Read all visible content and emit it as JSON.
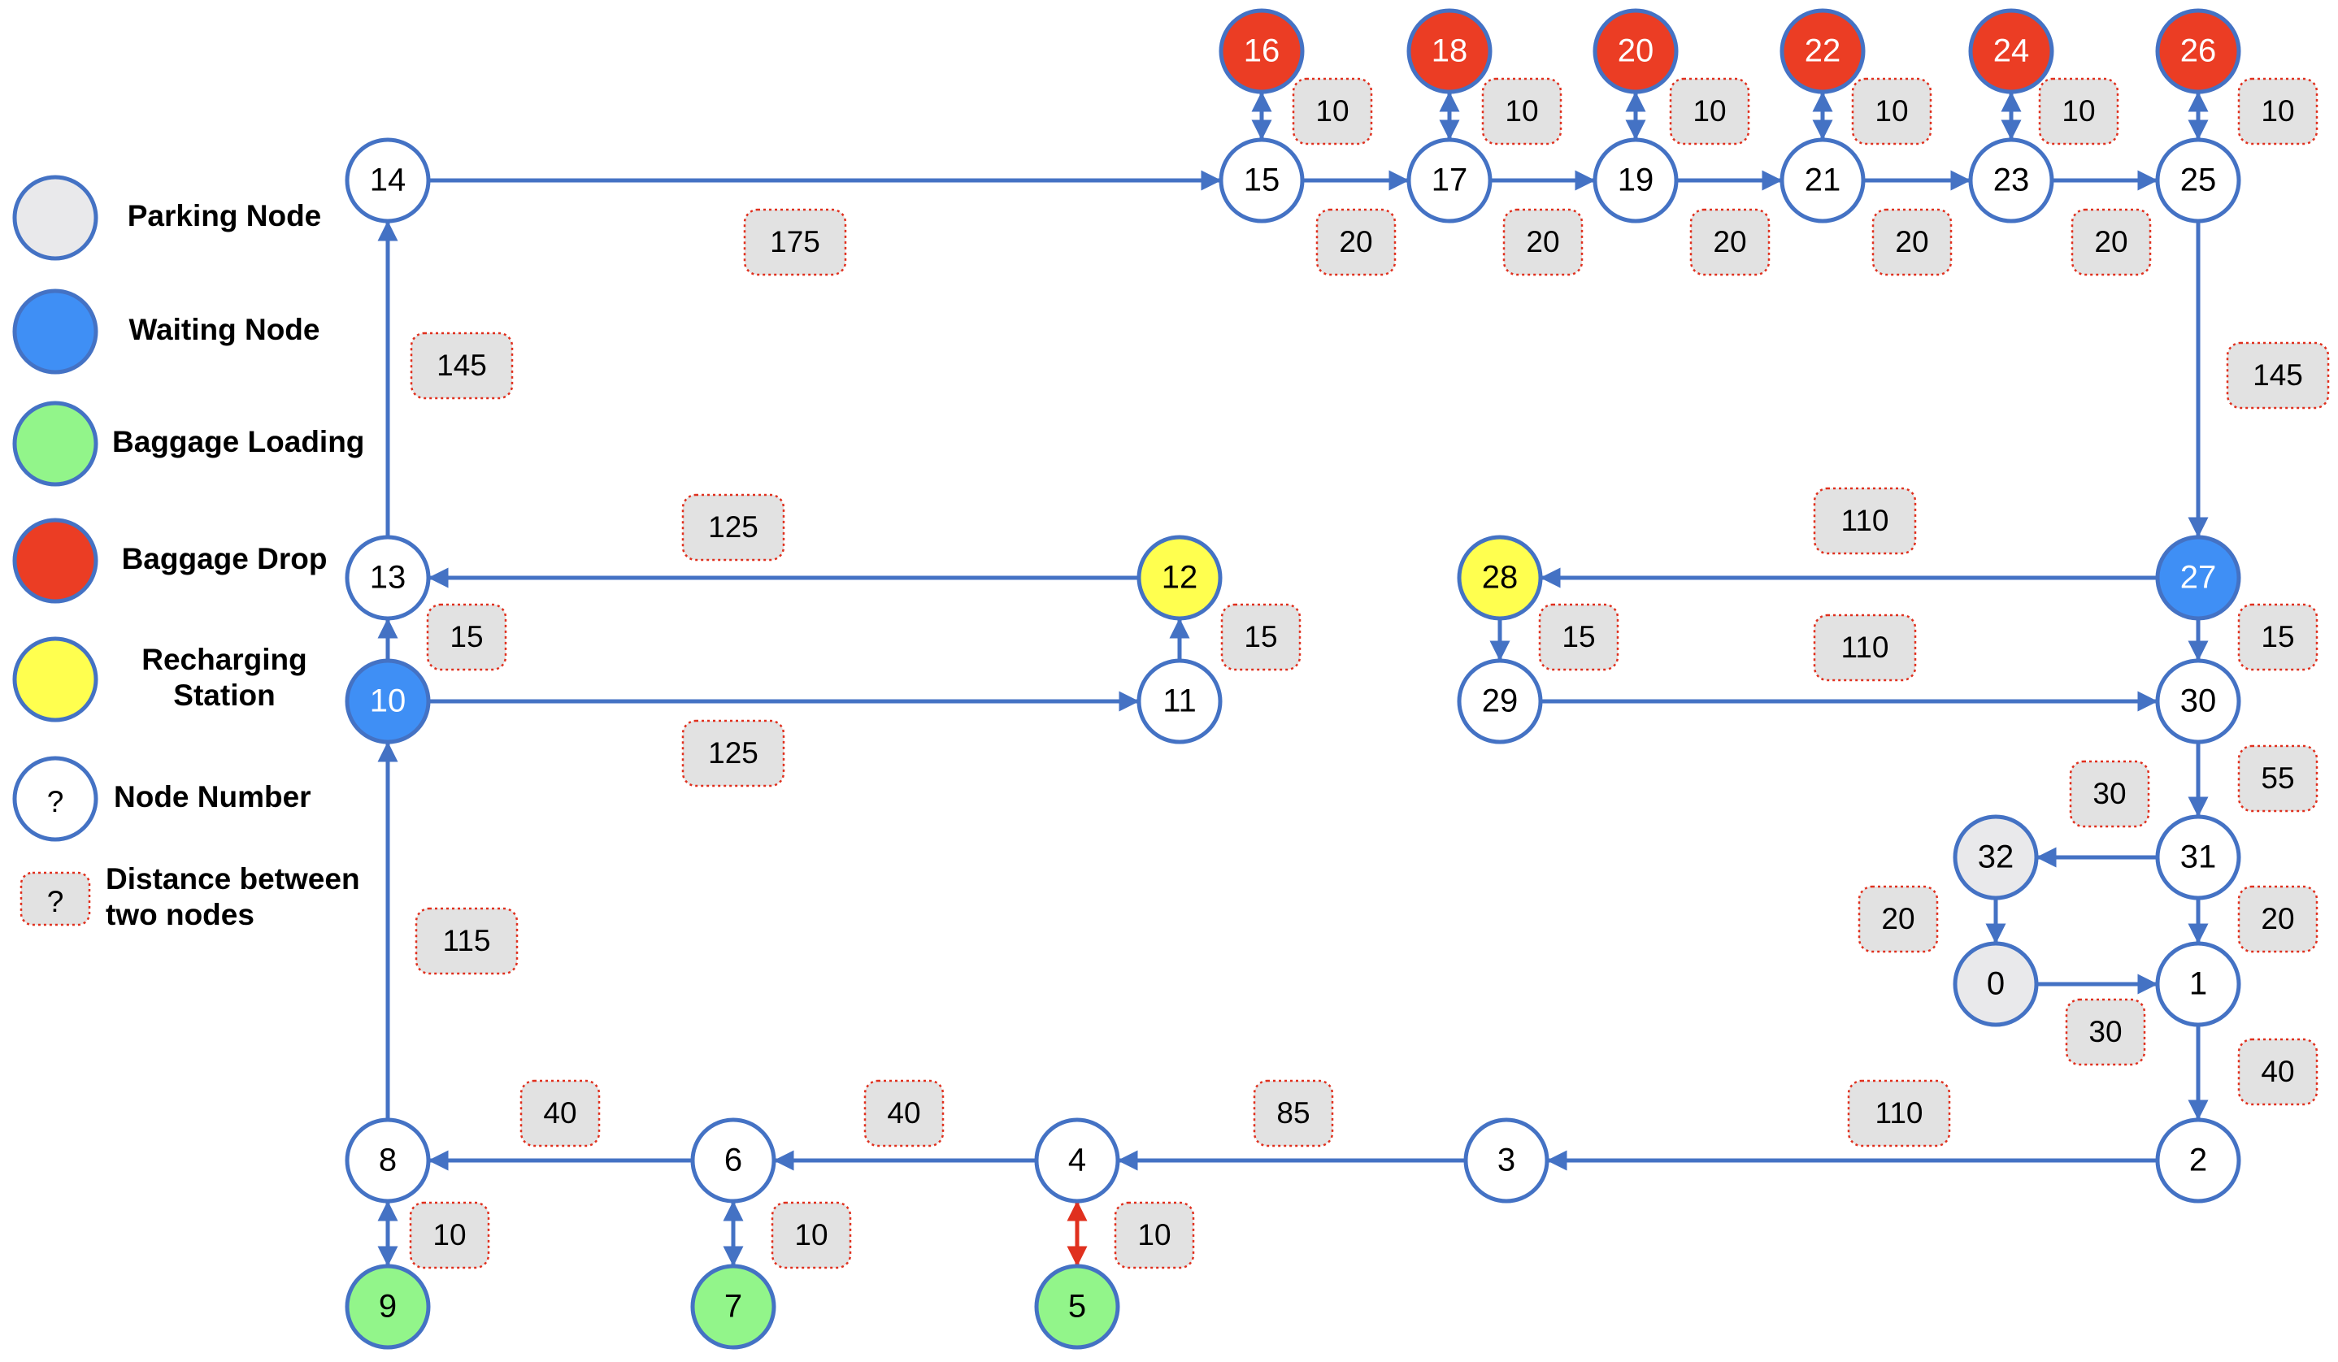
{
  "colors": {
    "edge": "#4472C4",
    "edge_highlight": "#E0301E",
    "node_border": "#4472C4",
    "parking": "#E9E9EB",
    "waiting": "#3F8FF5",
    "loading": "#92F58A",
    "drop": "#EB3D24",
    "recharge": "#FFFF4F",
    "plain": "#FFFFFF",
    "distance_box": "#E2E2E2",
    "distance_border": "#E0301E"
  },
  "legend": [
    {
      "type": "parking",
      "lines": [
        "Parking Node"
      ]
    },
    {
      "type": "waiting",
      "lines": [
        "Waiting Node"
      ]
    },
    {
      "type": "loading",
      "lines": [
        "Baggage Loading"
      ]
    },
    {
      "type": "drop",
      "lines": [
        "Baggage Drop"
      ]
    },
    {
      "type": "recharge",
      "lines": [
        "Recharging",
        "Station"
      ]
    },
    {
      "type": "plain",
      "symbol": "?",
      "lines": [
        "Node Number"
      ]
    },
    {
      "type": "distance",
      "symbol": "?",
      "lines": [
        "Distance between",
        "two nodes"
      ]
    }
  ],
  "nodes": [
    {
      "id": "0",
      "type": "parking"
    },
    {
      "id": "1",
      "type": "plain"
    },
    {
      "id": "2",
      "type": "plain"
    },
    {
      "id": "3",
      "type": "plain"
    },
    {
      "id": "4",
      "type": "plain"
    },
    {
      "id": "5",
      "type": "loading"
    },
    {
      "id": "6",
      "type": "plain"
    },
    {
      "id": "7",
      "type": "loading"
    },
    {
      "id": "8",
      "type": "plain"
    },
    {
      "id": "9",
      "type": "loading"
    },
    {
      "id": "10",
      "type": "waiting"
    },
    {
      "id": "11",
      "type": "plain"
    },
    {
      "id": "12",
      "type": "recharge"
    },
    {
      "id": "13",
      "type": "plain"
    },
    {
      "id": "14",
      "type": "plain"
    },
    {
      "id": "15",
      "type": "plain"
    },
    {
      "id": "16",
      "type": "drop"
    },
    {
      "id": "17",
      "type": "plain"
    },
    {
      "id": "18",
      "type": "drop"
    },
    {
      "id": "19",
      "type": "plain"
    },
    {
      "id": "20",
      "type": "drop"
    },
    {
      "id": "21",
      "type": "plain"
    },
    {
      "id": "22",
      "type": "drop"
    },
    {
      "id": "23",
      "type": "plain"
    },
    {
      "id": "24",
      "type": "drop"
    },
    {
      "id": "25",
      "type": "plain"
    },
    {
      "id": "26",
      "type": "drop"
    },
    {
      "id": "27",
      "type": "waiting"
    },
    {
      "id": "28",
      "type": "recharge"
    },
    {
      "id": "29",
      "type": "plain"
    },
    {
      "id": "30",
      "type": "plain"
    },
    {
      "id": "31",
      "type": "plain"
    },
    {
      "id": "32",
      "type": "parking"
    }
  ],
  "edges": [
    {
      "from": "14",
      "to": "15",
      "distance": "175"
    },
    {
      "from": "15",
      "to": "17",
      "distance": "20"
    },
    {
      "from": "17",
      "to": "19",
      "distance": "20"
    },
    {
      "from": "19",
      "to": "21",
      "distance": "20"
    },
    {
      "from": "21",
      "to": "23",
      "distance": "20"
    },
    {
      "from": "23",
      "to": "25",
      "distance": "20"
    },
    {
      "from": "15",
      "to": "16",
      "distance": "10",
      "bidirectional": true
    },
    {
      "from": "17",
      "to": "18",
      "distance": "10",
      "bidirectional": true
    },
    {
      "from": "19",
      "to": "20",
      "distance": "10",
      "bidirectional": true
    },
    {
      "from": "21",
      "to": "22",
      "distance": "10",
      "bidirectional": true
    },
    {
      "from": "23",
      "to": "24",
      "distance": "10",
      "bidirectional": true
    },
    {
      "from": "25",
      "to": "26",
      "distance": "10",
      "bidirectional": true
    },
    {
      "from": "25",
      "to": "27",
      "distance": "145"
    },
    {
      "from": "27",
      "to": "28",
      "distance": "110"
    },
    {
      "from": "28",
      "to": "29",
      "distance": "15"
    },
    {
      "from": "29",
      "to": "30",
      "distance": "110"
    },
    {
      "from": "27",
      "to": "30",
      "distance": "15"
    },
    {
      "from": "30",
      "to": "31",
      "distance": "55"
    },
    {
      "from": "31",
      "to": "32",
      "distance": "30"
    },
    {
      "from": "31",
      "to": "1",
      "distance": "20"
    },
    {
      "from": "32",
      "to": "0",
      "distance": "20"
    },
    {
      "from": "0",
      "to": "1",
      "distance": "30"
    },
    {
      "from": "1",
      "to": "2",
      "distance": "40"
    },
    {
      "from": "2",
      "to": "3",
      "distance": "110"
    },
    {
      "from": "3",
      "to": "4",
      "distance": "85"
    },
    {
      "from": "4",
      "to": "6",
      "distance": "40"
    },
    {
      "from": "6",
      "to": "8",
      "distance": "40"
    },
    {
      "from": "4",
      "to": "5",
      "distance": "10",
      "bidirectional": true,
      "highlight": true
    },
    {
      "from": "6",
      "to": "7",
      "distance": "10",
      "bidirectional": true
    },
    {
      "from": "8",
      "to": "9",
      "distance": "10",
      "bidirectional": true
    },
    {
      "from": "8",
      "to": "10",
      "distance": "115"
    },
    {
      "from": "10",
      "to": "11",
      "distance": "125"
    },
    {
      "from": "11",
      "to": "12",
      "distance": "15"
    },
    {
      "from": "12",
      "to": "13",
      "distance": "125"
    },
    {
      "from": "10",
      "to": "13",
      "distance": "15"
    },
    {
      "from": "13",
      "to": "14",
      "distance": "145"
    }
  ]
}
